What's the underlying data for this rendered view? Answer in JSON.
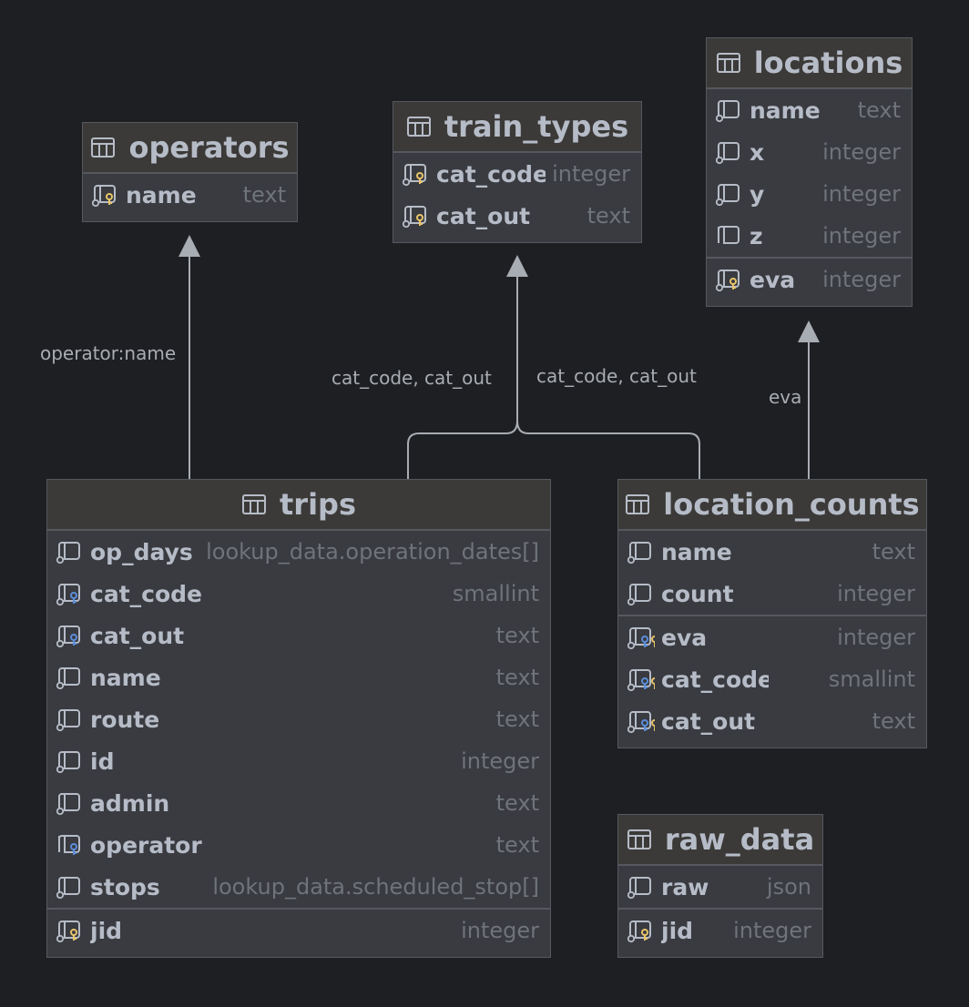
{
  "colors": {
    "background": "#1e1f22",
    "table_body": "#393b40",
    "table_header": "#3b3a38",
    "border": "#55585e",
    "text": "#b6bcc7",
    "type_text": "#6f737a",
    "edge": "#a8acb3",
    "primary_key": "#e8c46a",
    "foreign_key": "#5b8dd9"
  },
  "icons": {
    "table": "table-icon",
    "column": "column-icon",
    "primary_key": "key-icon",
    "foreign_key": "foreign-key-icon"
  },
  "edges": {
    "operator_label": "operator:name",
    "trips_train_types_label": "cat_code, cat_out",
    "location_counts_train_types_label": "cat_code, cat_out",
    "eva_label": "eva"
  },
  "tables": {
    "operators": {
      "title": "operators",
      "columns": [
        {
          "name": "name",
          "type": "text"
        }
      ]
    },
    "train_types": {
      "title": "train_types",
      "columns": [
        {
          "name": "cat_code",
          "type": "integer"
        },
        {
          "name": "cat_out",
          "type": "text"
        }
      ]
    },
    "locations": {
      "title": "locations",
      "columns": [
        {
          "name": "name",
          "type": "text"
        },
        {
          "name": "x",
          "type": "integer"
        },
        {
          "name": "y",
          "type": "integer"
        },
        {
          "name": "z",
          "type": "integer"
        },
        {
          "name": "eva",
          "type": "integer"
        }
      ]
    },
    "trips": {
      "title": "trips",
      "columns": [
        {
          "name": "op_days",
          "type": "lookup_data.operation_dates[]"
        },
        {
          "name": "cat_code",
          "type": "smallint"
        },
        {
          "name": "cat_out",
          "type": "text"
        },
        {
          "name": "name",
          "type": "text"
        },
        {
          "name": "route",
          "type": "text"
        },
        {
          "name": "id",
          "type": "integer"
        },
        {
          "name": "admin",
          "type": "text"
        },
        {
          "name": "operator",
          "type": "text"
        },
        {
          "name": "stops",
          "type": "lookup_data.scheduled_stop[]"
        },
        {
          "name": "jid",
          "type": "integer"
        }
      ]
    },
    "location_counts": {
      "title": "location_counts",
      "columns": [
        {
          "name": "name",
          "type": "text"
        },
        {
          "name": "count",
          "type": "integer"
        },
        {
          "name": "eva",
          "type": "integer"
        },
        {
          "name": "cat_code",
          "type": "smallint"
        },
        {
          "name": "cat_out",
          "type": "text"
        }
      ]
    },
    "raw_data": {
      "title": "raw_data",
      "columns": [
        {
          "name": "raw",
          "type": "json"
        },
        {
          "name": "jid",
          "type": "integer"
        }
      ]
    }
  }
}
